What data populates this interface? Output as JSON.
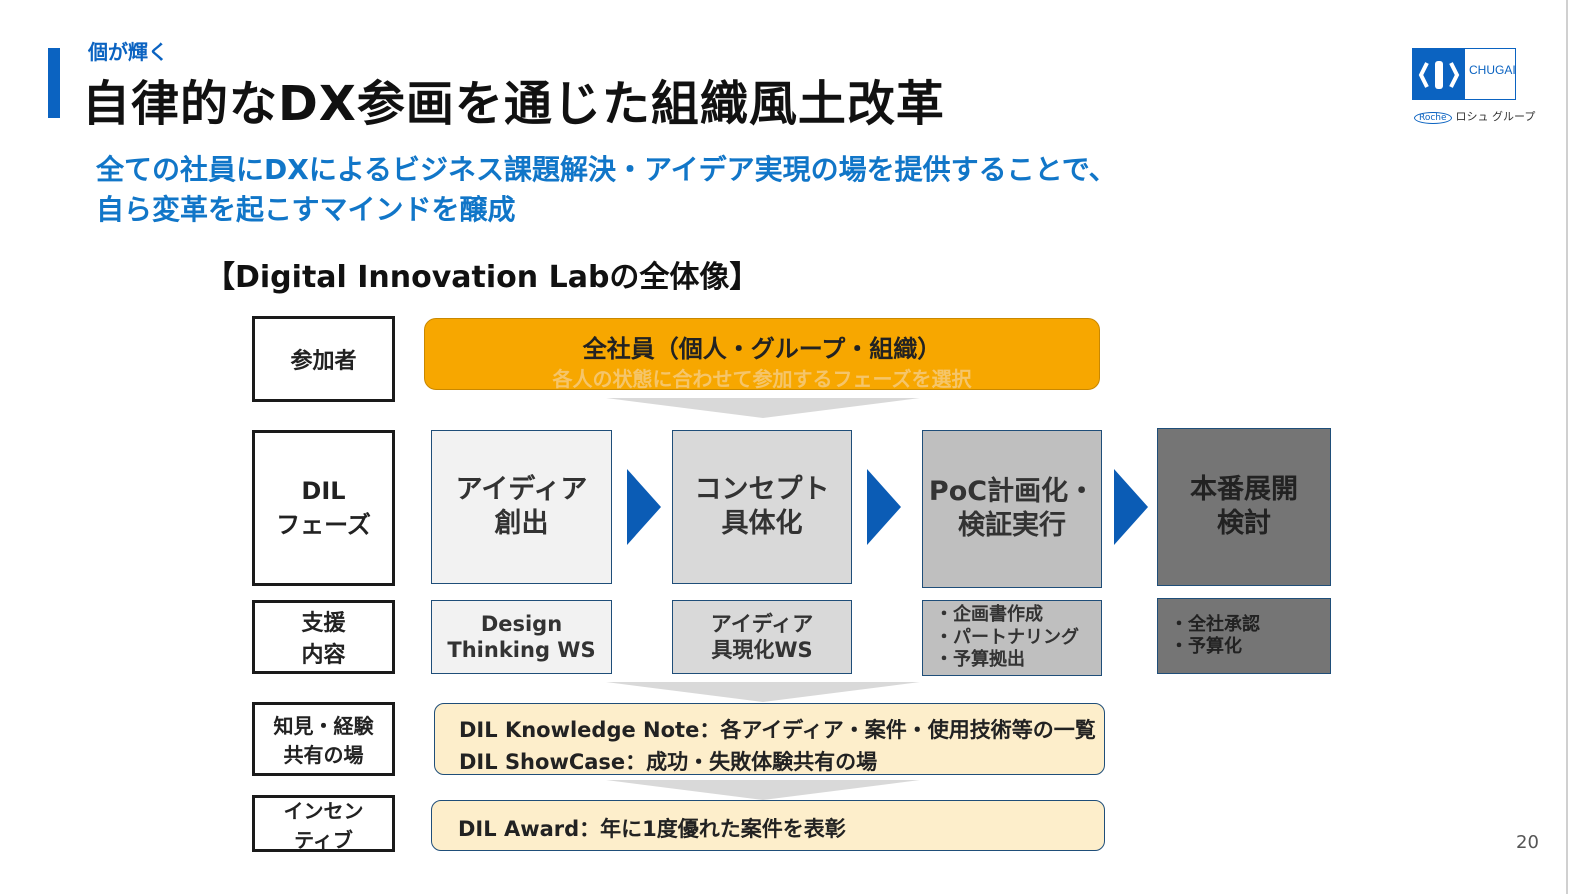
{
  "header": {
    "kicker": "個が輝く",
    "title": "自律的なDX参画を通じた組織風土改革",
    "lead_line1": "全ての社員にDXによるビジネス課題解決・アイデア実現の場を提供することで、",
    "lead_line2": "自ら変革を起こすマインドを醸成",
    "section_title": "【Digital Innovation Labの全体像】"
  },
  "logo": {
    "brand": "CHUGAI",
    "badge": "Roche",
    "group_text": "ロシュ グループ"
  },
  "rows": {
    "participants_label": "参加者",
    "phase_label": "DIL\nフェーズ",
    "support_label": "支援\n内容",
    "knowledge_label": "知見・経験\n共有の場",
    "incentive_label": "インセン\nティブ"
  },
  "participants": {
    "title": "全社員（個人・グループ・組織）",
    "subtitle": "各人の状態に合わせて参加するフェーズを選択"
  },
  "phases": [
    {
      "label": "アイディア\n創出",
      "bg": "#f2f2f2",
      "color": "#333333"
    },
    {
      "label": "コンセプト\n具体化",
      "bg": "#d9d9d9",
      "color": "#333333"
    },
    {
      "label": "PoC計画化・\n検証実行",
      "bg": "#bfbfbf",
      "color": "#333333"
    },
    {
      "label": "本番展開\n検討",
      "bg": "#757575",
      "color": "#222222"
    }
  ],
  "supports": [
    {
      "text": "Design\nThinking WS"
    },
    {
      "text": "アイディア\n具現化WS"
    },
    {
      "text": "・企画書作成\n・パートナリング\n・予算拠出"
    },
    {
      "text": "・全社承認\n・予算化"
    }
  ],
  "knowledge": {
    "line1": "DIL Knowledge Note：各アイディア・案件・使用技術等の一覧",
    "line2": "DIL ShowCase：成功・失敗体験共有の場"
  },
  "incentive": {
    "line1": "DIL Award：年に1度優れた案件を表彰"
  },
  "page_number": "20",
  "colors": {
    "accent": "#0b63c1",
    "lead": "#1176c8",
    "orange": "#f7a700",
    "cream": "#fdeecb",
    "chevron": "#0b5cb5"
  }
}
